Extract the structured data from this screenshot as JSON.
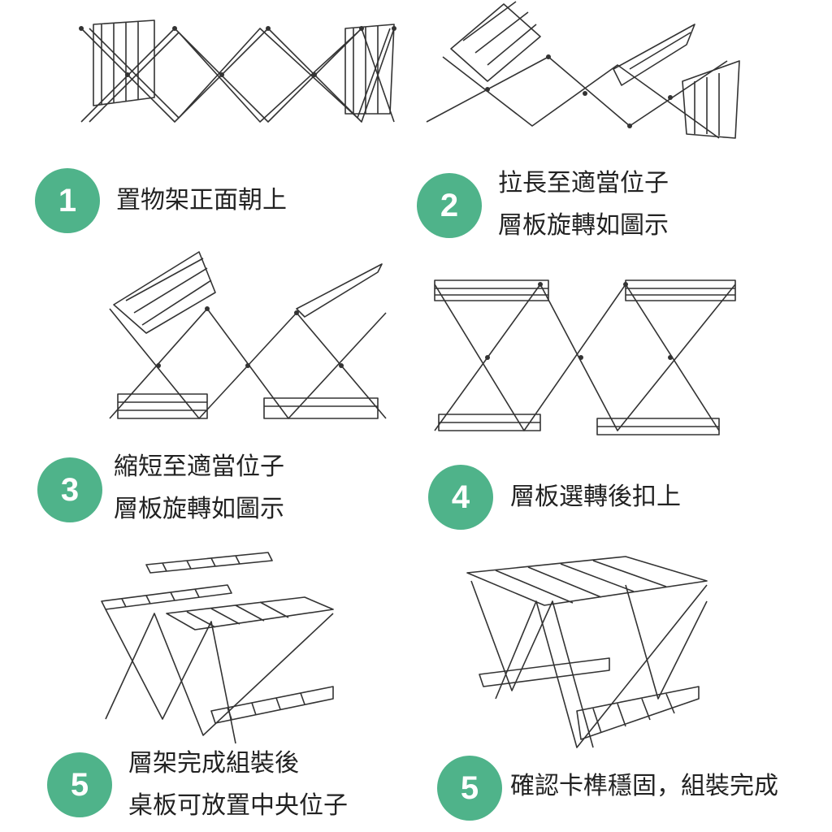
{
  "accent_color": "#4fb38a",
  "steps": [
    {
      "number": "1",
      "lines": [
        "置物架正面朝上"
      ]
    },
    {
      "number": "2",
      "lines": [
        "拉長至適當位子",
        "層板旋轉如圖示"
      ]
    },
    {
      "number": "3",
      "lines": [
        "縮短至適當位子",
        "層板旋轉如圖示"
      ]
    },
    {
      "number": "4",
      "lines": [
        "層板選轉後扣上"
      ]
    },
    {
      "number": "5",
      "lines": [
        "層架完成組裝後",
        "桌板可放置中央位子"
      ]
    },
    {
      "number": "5",
      "lines": [
        "確認卡榫穩固，組裝完成"
      ]
    }
  ]
}
